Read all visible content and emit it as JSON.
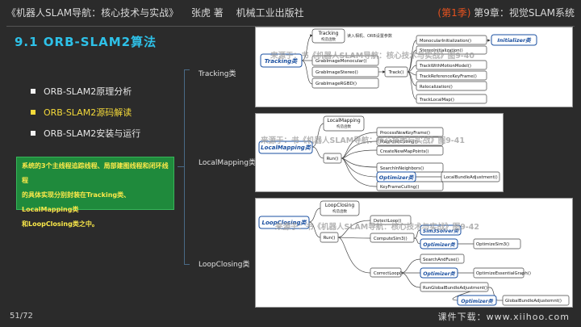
{
  "header": {
    "book_title": "《机器人SLAM导航：核心技术与实战》",
    "author": "张虎 著",
    "publisher": "机械工业出版社",
    "edition": "(第1季)",
    "chapter": "第9章：视觉SLAM系统"
  },
  "section_title": "9.1 ORB-SLAM2算法",
  "bullets": [
    {
      "label": "ORB-SLAM2原理分析",
      "active": false
    },
    {
      "label": "ORB-SLAM2源码解读",
      "active": true
    },
    {
      "label": "ORB-SLAM2安装与运行",
      "active": false
    }
  ],
  "summary": {
    "line1": "系统的3个主线程追踪线程、局部建图线程和闭环线程",
    "line2": "的具体实现分别封装在Tracking类、LocalMapping类",
    "line3": "和LoopClosing类之中。"
  },
  "branch_labels": {
    "tracking": "Tracking类",
    "localmapping": "LocalMapping类",
    "loopclosing": "LoopClosing类"
  },
  "diagrams": {
    "tracking": {
      "root": "Tracking类",
      "ctor": "Tracking",
      "ctor_sub": "构造函数",
      "ctor_note": "读入相机、ORB设置参数",
      "grab": [
        "GrabImageMonocular()",
        "GrabImageStereo()",
        "GrabImageRGBD()"
      ],
      "track": "Track()",
      "children": [
        "MonocularInitialization()",
        "StereoInitialization()",
        "TrackWithMotionModel()",
        "TrackReferenceKeyFrame()",
        "Relocalization()",
        "TrackLocalMap()"
      ],
      "init_ref": "Initializer类",
      "watermark": "来源于：书《机器人SLAM导航：核心技术与实战》图9-40"
    },
    "localmapping": {
      "root": "LocalMapping类",
      "ctor": "LocalMapping",
      "ctor_sub": "构造函数",
      "run": "Run()",
      "children": [
        "ProcessNewKeyFrame()",
        "MapPointCulling()",
        "CreateNewMapPoints()",
        "SearchInNeighbors()",
        "KeyFrameCulling()"
      ],
      "opt_ref": "Optimizer类",
      "opt_child": "LocalBundleAdjustment()",
      "watermark": "来源于：书《机器人SLAM导航：核心技术与实战》图9-41"
    },
    "loopclosing": {
      "root": "LoopClosing类",
      "ctor": "LoopClosing",
      "ctor_sub": "构造函数",
      "run": "Run()",
      "detect": "DetectLoop()",
      "compute": "ComputeSim3()",
      "correct": "CorrectLoop()",
      "sim3": "Sim3Solver类",
      "opt": "Optimizer类",
      "opt_sim3": "OptimizeSim3()",
      "search_fuse": "SearchAndFuse()",
      "opt_ess": "OptimizeEssentialGraph()",
      "run_gba": "RunGlobalBundleAdjustment()",
      "gba": "GlobalBundleAdjustemnt()",
      "watermark": "来源于：书《机器人SLAM导航：核心技术与实战》图9-42"
    }
  },
  "footer": {
    "page": "51/72",
    "download": "课件下载：www.xiihoo.com"
  }
}
